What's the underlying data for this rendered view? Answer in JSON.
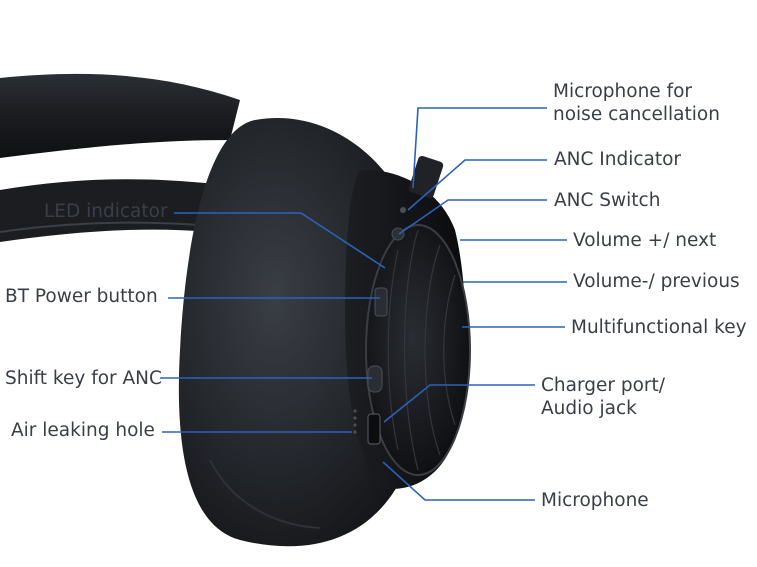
{
  "callouts": {
    "mic_nc": [
      "Microphone for",
      "noise cancellation"
    ],
    "anc_indicator": "ANC Indicator",
    "anc_switch": "ANC Switch",
    "volume_up": "Volume +/ next",
    "volume_down": "Volume-/ previous",
    "multifunction": "Multifunctional key",
    "charger": [
      "Charger port/",
      "Audio jack"
    ],
    "microphone": "Microphone",
    "led": "LED indicator",
    "bt_power": "BT Power button",
    "shift_anc": "Shift key for ANC",
    "air_hole": "Air leaking hole"
  },
  "colors": {
    "leader_line": "#2b63b8",
    "label_text": "#3a3f46",
    "headphone_dark": "#17191d"
  }
}
